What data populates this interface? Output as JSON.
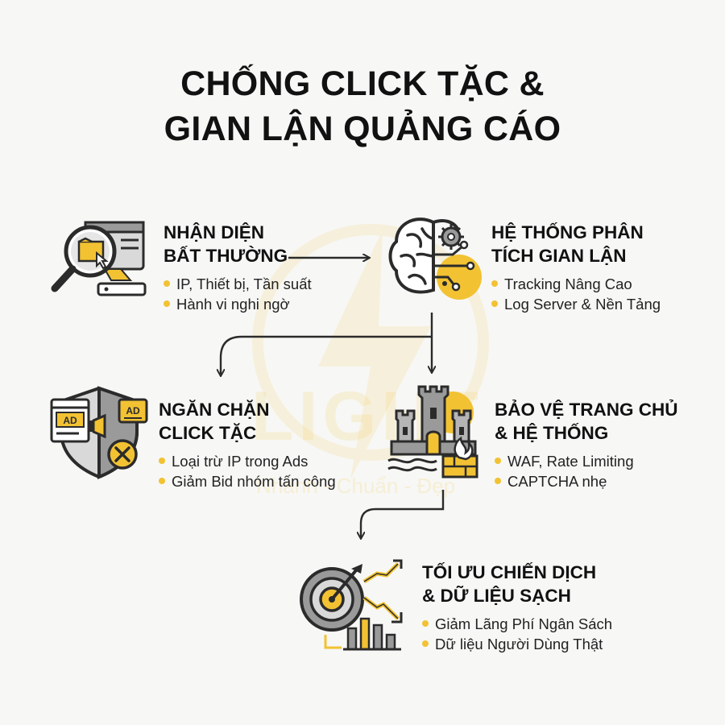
{
  "title": {
    "line1": "CHỐNG CLICK TẶC &",
    "line2": "GIAN LẬN QUẢNG CÁO"
  },
  "watermark": {
    "text": "LIGHT",
    "sub": "Nhanh - Chuẩn - Đẹp"
  },
  "steps": [
    {
      "id": "detect",
      "heading_line1": "NHẬN DIỆN",
      "heading_line2": "BẤT THƯỜNG",
      "bullets": [
        "IP, Thiết bị, Tần suất",
        "Hành vi nghi ngờ"
      ],
      "icon": "magnifier-window-icon"
    },
    {
      "id": "analyze",
      "heading_line1": "HỆ THỐNG PHÂN",
      "heading_line2": "TÍCH GIAN LẬN",
      "bullets": [
        "Tracking Nâng Cao",
        "Log Server & Nền Tảng"
      ],
      "icon": "brain-circuit-icon"
    },
    {
      "id": "block",
      "heading_line1": "NGĂN CHẶN",
      "heading_line2": "CLICK TẶC",
      "bullets": [
        "Loại trừ IP trong Ads",
        "Giảm Bid nhóm tấn công"
      ],
      "icon": "shield-ad-icon"
    },
    {
      "id": "protect",
      "heading_line1": "BẢO VỆ TRANG CHỦ",
      "heading_line2": "& HỆ THỐNG",
      "bullets": [
        "WAF, Rate Limiting",
        "CAPTCHA nhẹ"
      ],
      "icon": "castle-firewall-icon"
    },
    {
      "id": "optimize",
      "heading_line1": "TỐI ƯU CHIẾN DỊCH",
      "heading_line2": "& DỮ LIỆU SẠCH",
      "bullets": [
        "Giảm Lãng Phí Ngân Sách",
        "Dữ liệu Người Dùng Thật"
      ],
      "icon": "target-chart-icon"
    }
  ],
  "colors": {
    "accent": "#f2c233",
    "dark": "#2b2b2b",
    "gray": "#9a9a9a",
    "light": "#d9d9d9"
  }
}
